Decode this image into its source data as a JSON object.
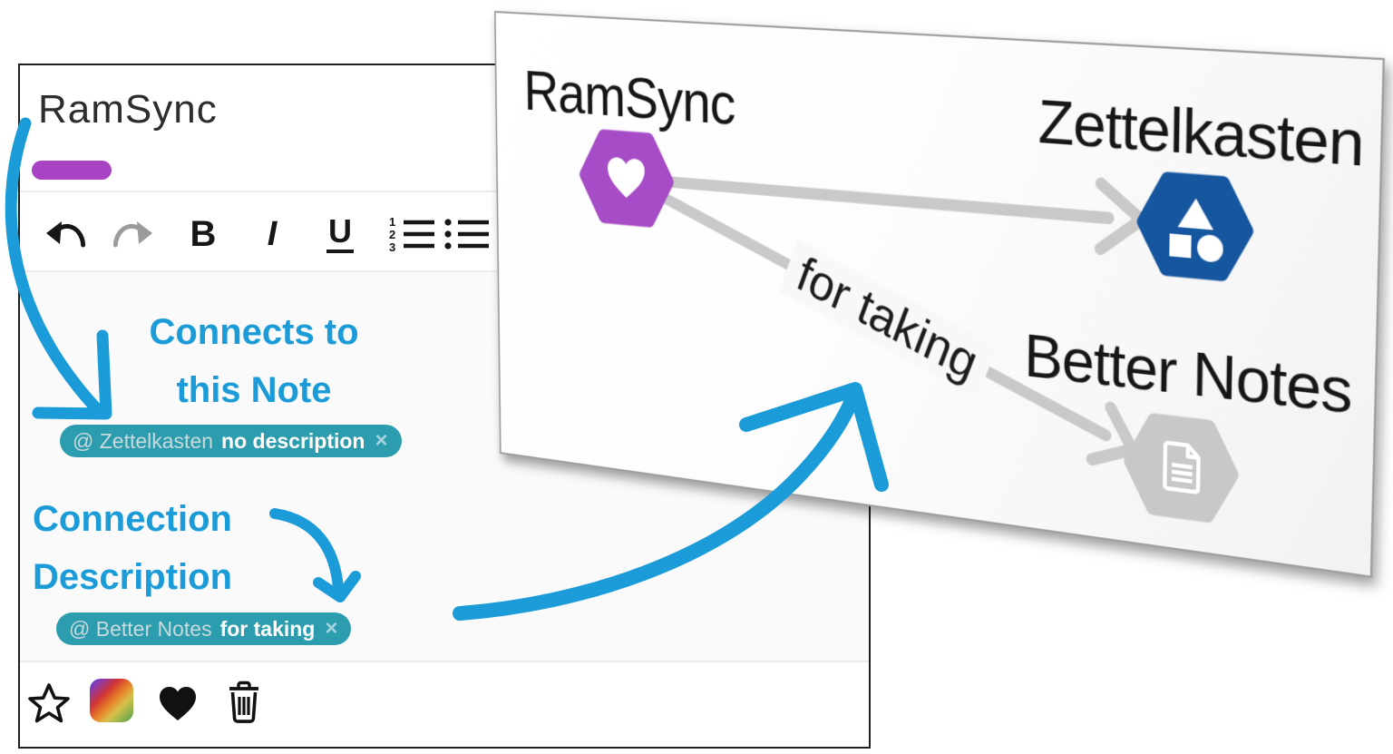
{
  "note_card": {
    "title": "RamSync",
    "toolbar": {
      "icons": [
        "undo",
        "redo",
        "bold",
        "italic",
        "underline",
        "ordered-list",
        "bullet-list"
      ],
      "bold_label": "B",
      "italic_label": "I",
      "underline_label": "U"
    },
    "connections": [
      {
        "target": "@ Zettelkasten",
        "description": "no description",
        "remove": "×"
      },
      {
        "target": "@ Better Notes",
        "description": "for taking",
        "remove": "×"
      }
    ],
    "footer_icons": [
      "star",
      "color-swatch",
      "heart",
      "trash"
    ]
  },
  "annotations": {
    "connects_line1": "Connects to",
    "connects_line2": "this Note",
    "desc_line1": "Connection",
    "desc_line2": "Description"
  },
  "graph": {
    "nodes": [
      {
        "id": "ramsync",
        "label": "RamSync",
        "shape": "hexagon",
        "color": "#a64cc6",
        "icon": "heart"
      },
      {
        "id": "zettelkasten",
        "label": "Zettelkasten",
        "shape": "hexagon",
        "color": "#15569f",
        "icon": "shapes"
      },
      {
        "id": "betternotes",
        "label": "Better Notes",
        "shape": "hexagon",
        "color": "#c8c8c8",
        "icon": "document"
      }
    ],
    "edges": [
      {
        "from": "ramsync",
        "to": "zettelkasten",
        "label": ""
      },
      {
        "from": "ramsync",
        "to": "betternotes",
        "label": "for taking"
      }
    ]
  },
  "colors": {
    "annotation_blue": "#1b9cd8",
    "chip_teal": "#2b9dae",
    "accent_purple": "#a844c4",
    "node_purple": "#a64cc6",
    "node_blue": "#15569f",
    "node_gray": "#c8c8c8",
    "edge_gray": "#c9c9c9"
  }
}
